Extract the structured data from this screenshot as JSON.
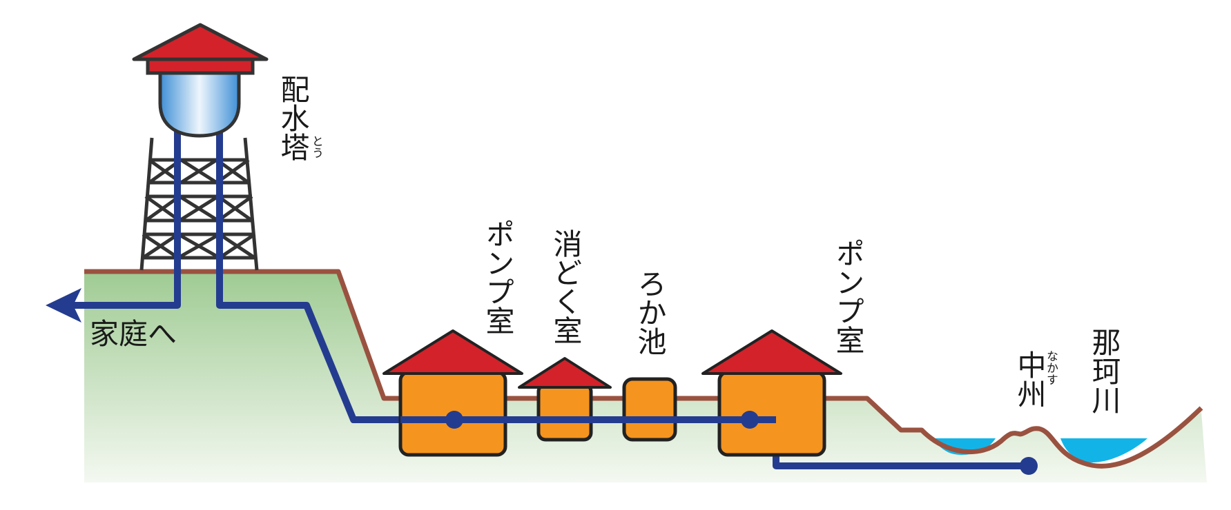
{
  "labels": {
    "water_tower": "配水塔",
    "water_tower_ruby": "とう",
    "to_homes": "家庭へ",
    "pump_room_1": "ポンプ室",
    "disinfection_room": "消どく室",
    "filter_pond": "ろか池",
    "pump_room_2": "ポンプ室",
    "sandbar": "中州",
    "sandbar_ruby": "なかす",
    "river": "那珂川"
  },
  "colors": {
    "roof": "#d3222a",
    "building": "#f5941e",
    "pipe": "#243c8f",
    "ground_line": "#9a5240",
    "ground_fill_top": "#9fcb93",
    "ground_fill_bottom": "#f4f8f1",
    "river_water": "#12b4e8",
    "tank_light": "#e8f2fb",
    "tank_dark": "#3f8fd6",
    "frame": "#333333"
  }
}
